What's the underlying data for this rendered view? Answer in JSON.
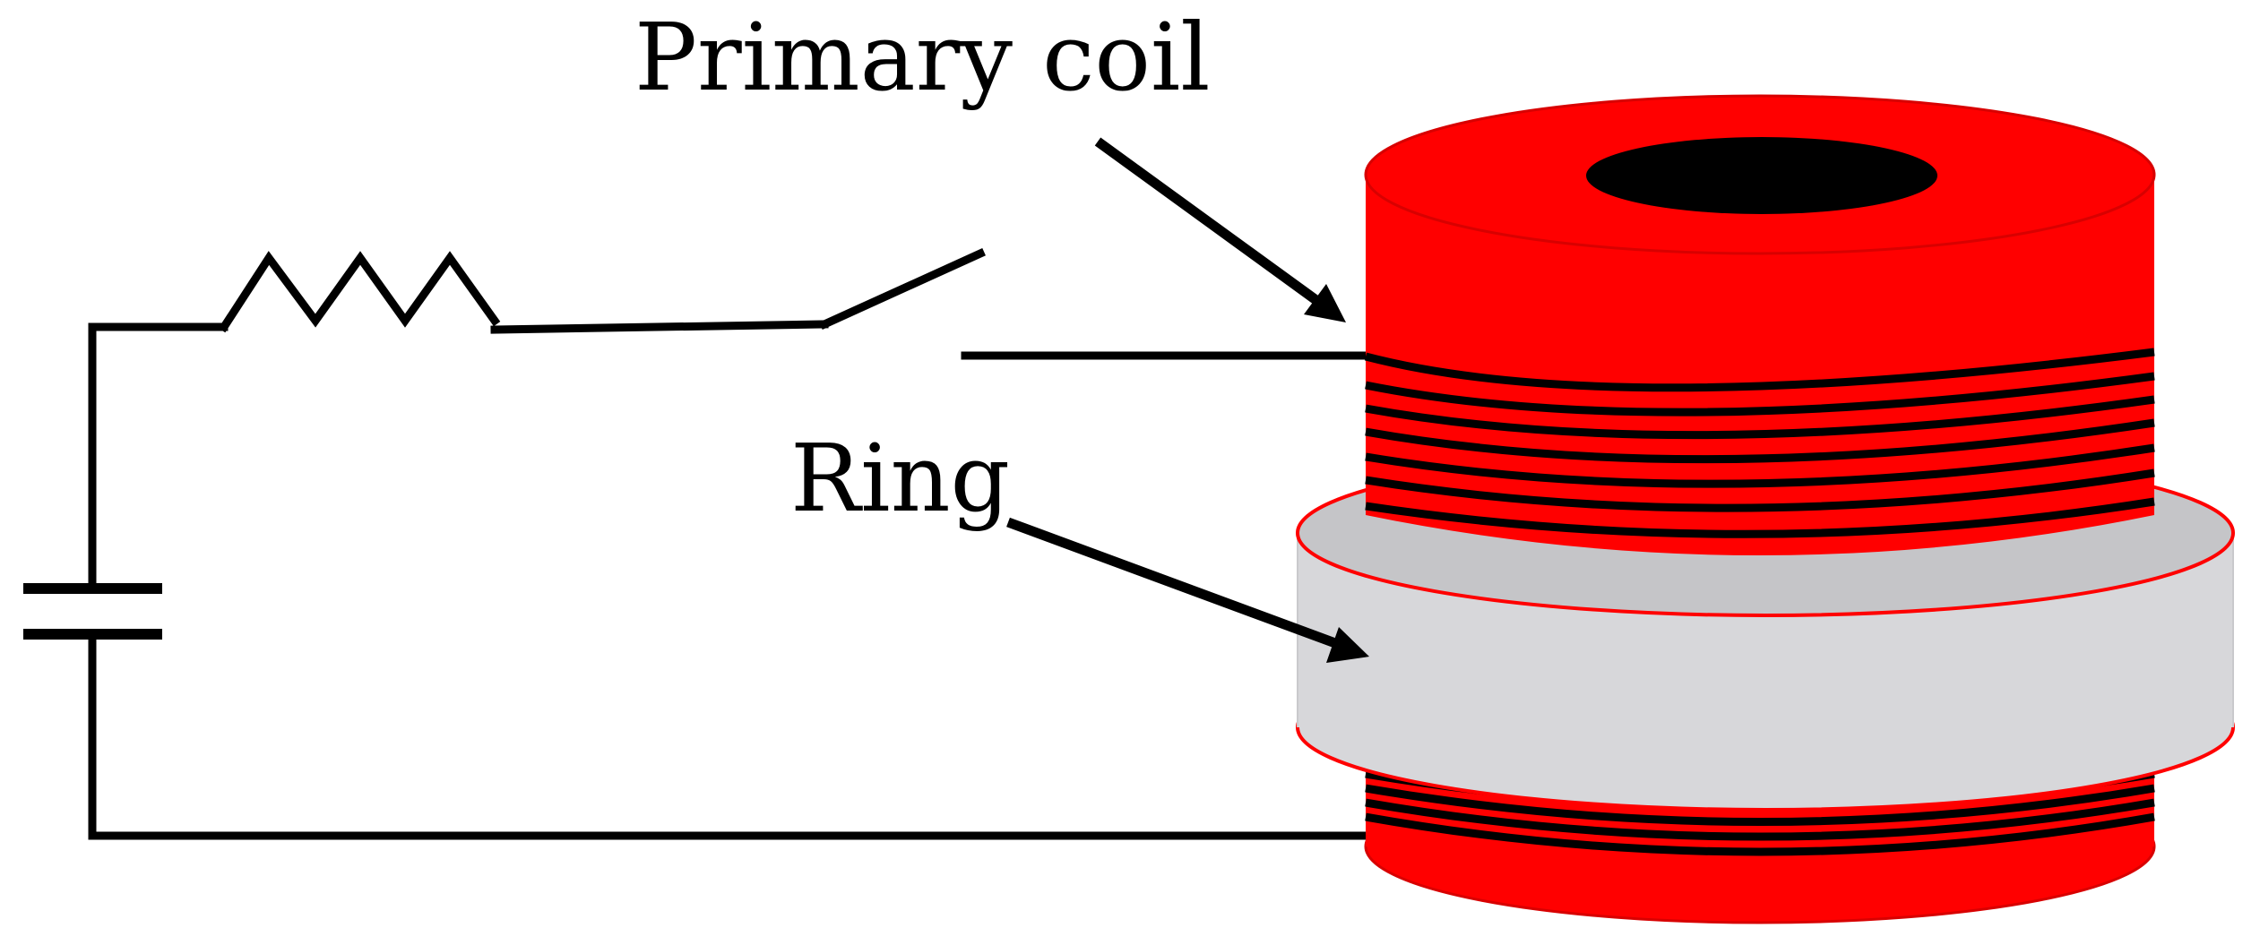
{
  "labels": {
    "primary_coil": "Primary coil",
    "ring": "Ring"
  },
  "colors": {
    "coil": "#ff0000",
    "coil_edge": "#d80000",
    "coil_hole": "#000000",
    "ring_side": "#d7d7da",
    "ring_top": "#c5c5c8",
    "ring_edge": "#ff0000",
    "wire": "#000000",
    "background": "#ffffff"
  },
  "components": {
    "resistor": "resistor",
    "switch": "open switch",
    "capacitor": "capacitor"
  }
}
